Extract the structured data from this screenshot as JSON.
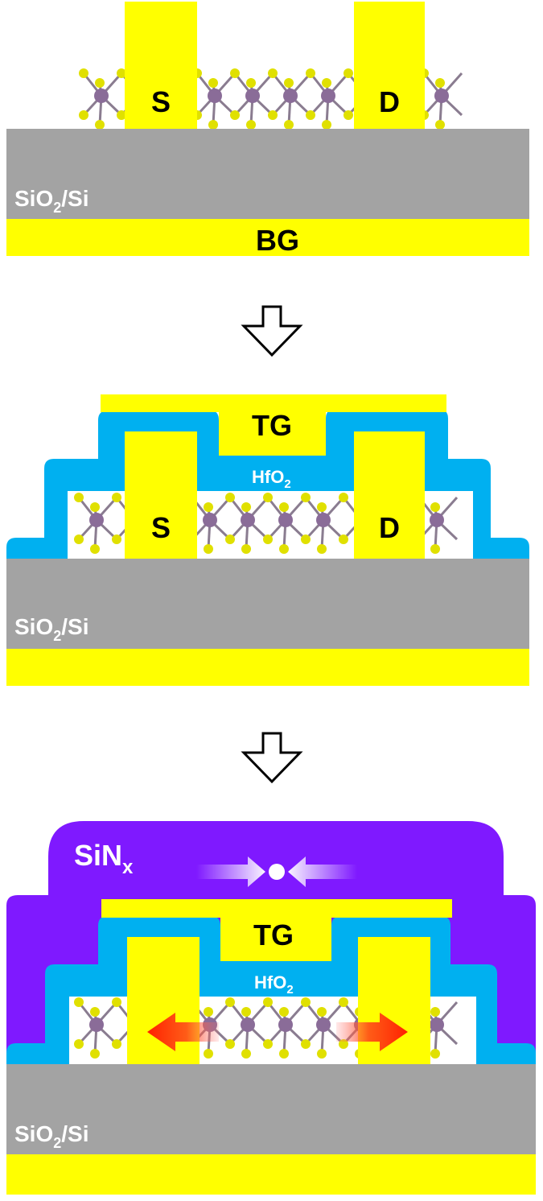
{
  "colors": {
    "electrode": "#ffff00",
    "substrate": "#a3a3a3",
    "hfo2": "#00b0f0",
    "sinx": "#7f19ff",
    "metal_atom": "#8a6c98",
    "chalcogen_atom": "#e0e000",
    "bond": "#8a7c90",
    "strain_arrow": "#ff2a10",
    "compress_arrow": "#ffffff"
  },
  "panel1": {
    "source": "S",
    "drain": "D",
    "substrate": "SiO",
    "substrate_sub": "2",
    "substrate_tail": "/Si",
    "back_gate": "BG"
  },
  "arrow1": {
    "icon": "down-arrow-outline-icon"
  },
  "panel2": {
    "top_gate": "TG",
    "dielectric": "HfO",
    "dielectric_sub": "2",
    "source": "S",
    "drain": "D",
    "substrate": "SiO",
    "substrate_sub": "2",
    "substrate_tail": "/Si"
  },
  "arrow2": {
    "icon": "down-arrow-outline-icon"
  },
  "panel3": {
    "stressor": "SiN",
    "stressor_sub": "x",
    "top_gate": "TG",
    "dielectric": "HfO",
    "dielectric_sub": "2",
    "substrate": "SiO",
    "substrate_sub": "2",
    "substrate_tail": "/Si"
  }
}
